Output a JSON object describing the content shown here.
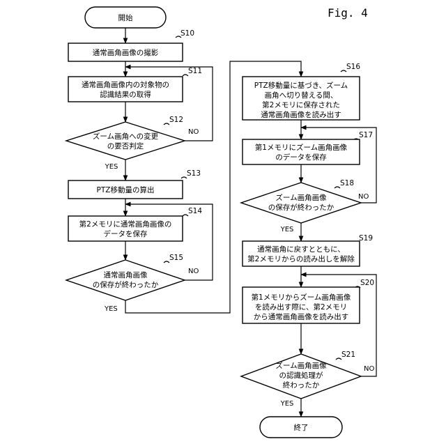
{
  "figure_label": "Fig. 4",
  "terminals": {
    "start": "開始",
    "end": "終了"
  },
  "steps": {
    "s10": {
      "ref": "S10",
      "lines": [
        "通常画角画像の撮影"
      ]
    },
    "s11": {
      "ref": "S11",
      "lines": [
        "通常画角画像内の対象物の",
        "認識結果の取得"
      ]
    },
    "s12": {
      "ref": "S12",
      "lines": [
        "ズーム画角への変更",
        "の要否判定"
      ]
    },
    "s13": {
      "ref": "S13",
      "lines": [
        "PTZ移動量の算出"
      ]
    },
    "s14": {
      "ref": "S14",
      "lines": [
        "第2メモリに通常画角画像の",
        "データを保存"
      ]
    },
    "s15": {
      "ref": "S15",
      "lines": [
        "通常画角画像",
        "の保存が終わったか"
      ]
    },
    "s16": {
      "ref": "S16",
      "lines": [
        "PTZ移動量に基づき、ズーム",
        "画角へ切り替える間、",
        "第2メモリに保存された",
        "通常画角画像を読み出す"
      ]
    },
    "s17": {
      "ref": "S17",
      "lines": [
        "第1メモリにズーム画角画像",
        "のデータを保存"
      ]
    },
    "s18": {
      "ref": "S18",
      "lines": [
        "ズーム画角画像",
        "の保存が終わったか"
      ]
    },
    "s19": {
      "ref": "S19",
      "lines": [
        "通常画角に戻すとともに、",
        "第2メモリからの読み出しを解除"
      ]
    },
    "s20": {
      "ref": "S20",
      "lines": [
        "第1メモリからズーム画角画像",
        "を読み出す際に、第2メモリ",
        "から通常画角画像を読み出す"
      ]
    },
    "s21": {
      "ref": "S21",
      "lines": [
        "ズーム画角画像",
        "の認識処理が",
        "終わったか"
      ]
    }
  },
  "branch_labels": {
    "yes": "YES",
    "no": "NO"
  }
}
